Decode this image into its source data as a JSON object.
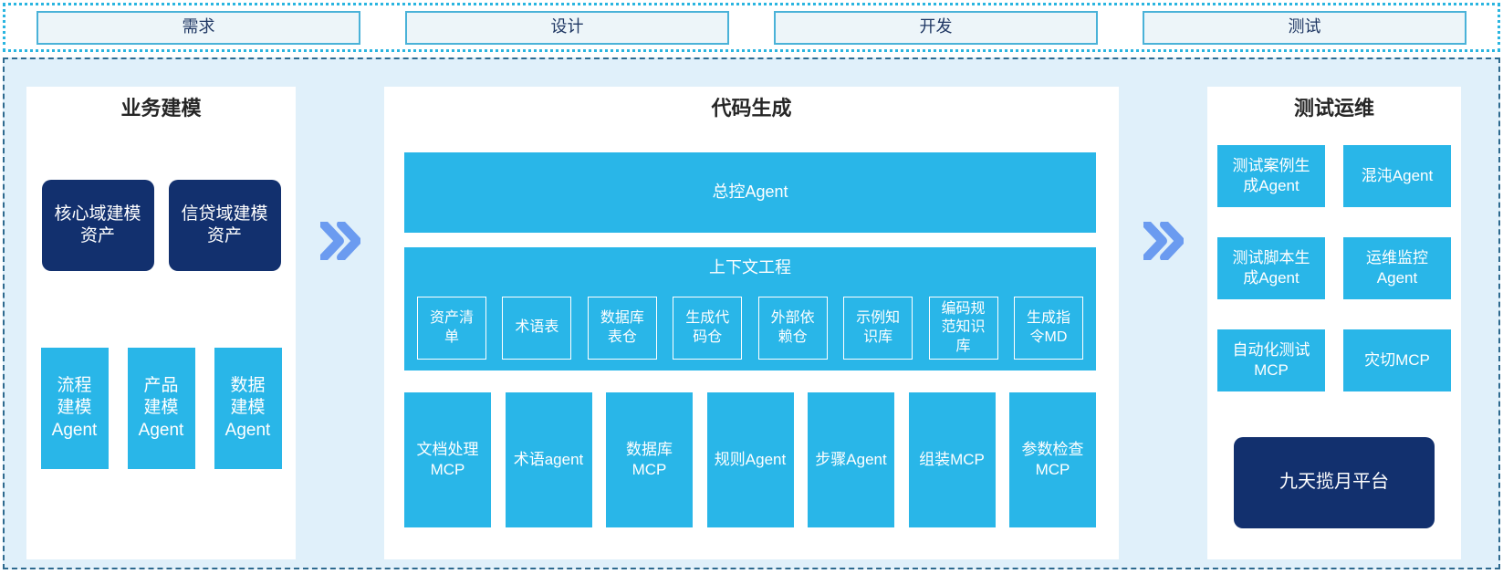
{
  "palette": {
    "cyan": "#29b6e8",
    "navy": "#12306e",
    "container_bg": "#e0f0fa",
    "stage_box_bg": "#edf5f9",
    "stage_box_border": "#4ab2d8",
    "stage_text": "#203864",
    "dotted_border": "#2ab5e0",
    "dashed_border": "#2e6a8f",
    "chevron": "#6b9bf0",
    "box_text": "#ffffff"
  },
  "stages": [
    "需求",
    "设计",
    "开发",
    "测试"
  ],
  "business_modeling": {
    "title": "业务建模",
    "asset_boxes": [
      "核心域建模\n资产",
      "信贷域建模\n资产"
    ],
    "agent_boxes": [
      "流程\n建模\nAgent",
      "产品\n建模\nAgent",
      "数据\n建模\nAgent"
    ]
  },
  "code_generation": {
    "title": "代码生成",
    "master_agent": "总控Agent",
    "context_engineering": {
      "title": "上下文工程",
      "items": [
        "资产清\n单",
        "术语表",
        "数据库\n表仓",
        "生成代\n码仓",
        "外部依\n赖仓",
        "示例知\n识库",
        "编码规\n范知识\n库",
        "生成指\n令MD"
      ]
    },
    "tools": [
      "文档处理\nMCP",
      "术语agent",
      "数据库\nMCP",
      "规则Agent",
      "步骤Agent",
      "组装MCP",
      "参数检查\nMCP"
    ]
  },
  "test_ops": {
    "title": "测试运维",
    "boxes": [
      "测试案例生\n成Agent",
      "混沌Agent",
      "测试脚本生\n成Agent",
      "运维监控\nAgent",
      "自动化测试\nMCP",
      "灾切MCP"
    ],
    "platform": "九天揽月平台"
  }
}
